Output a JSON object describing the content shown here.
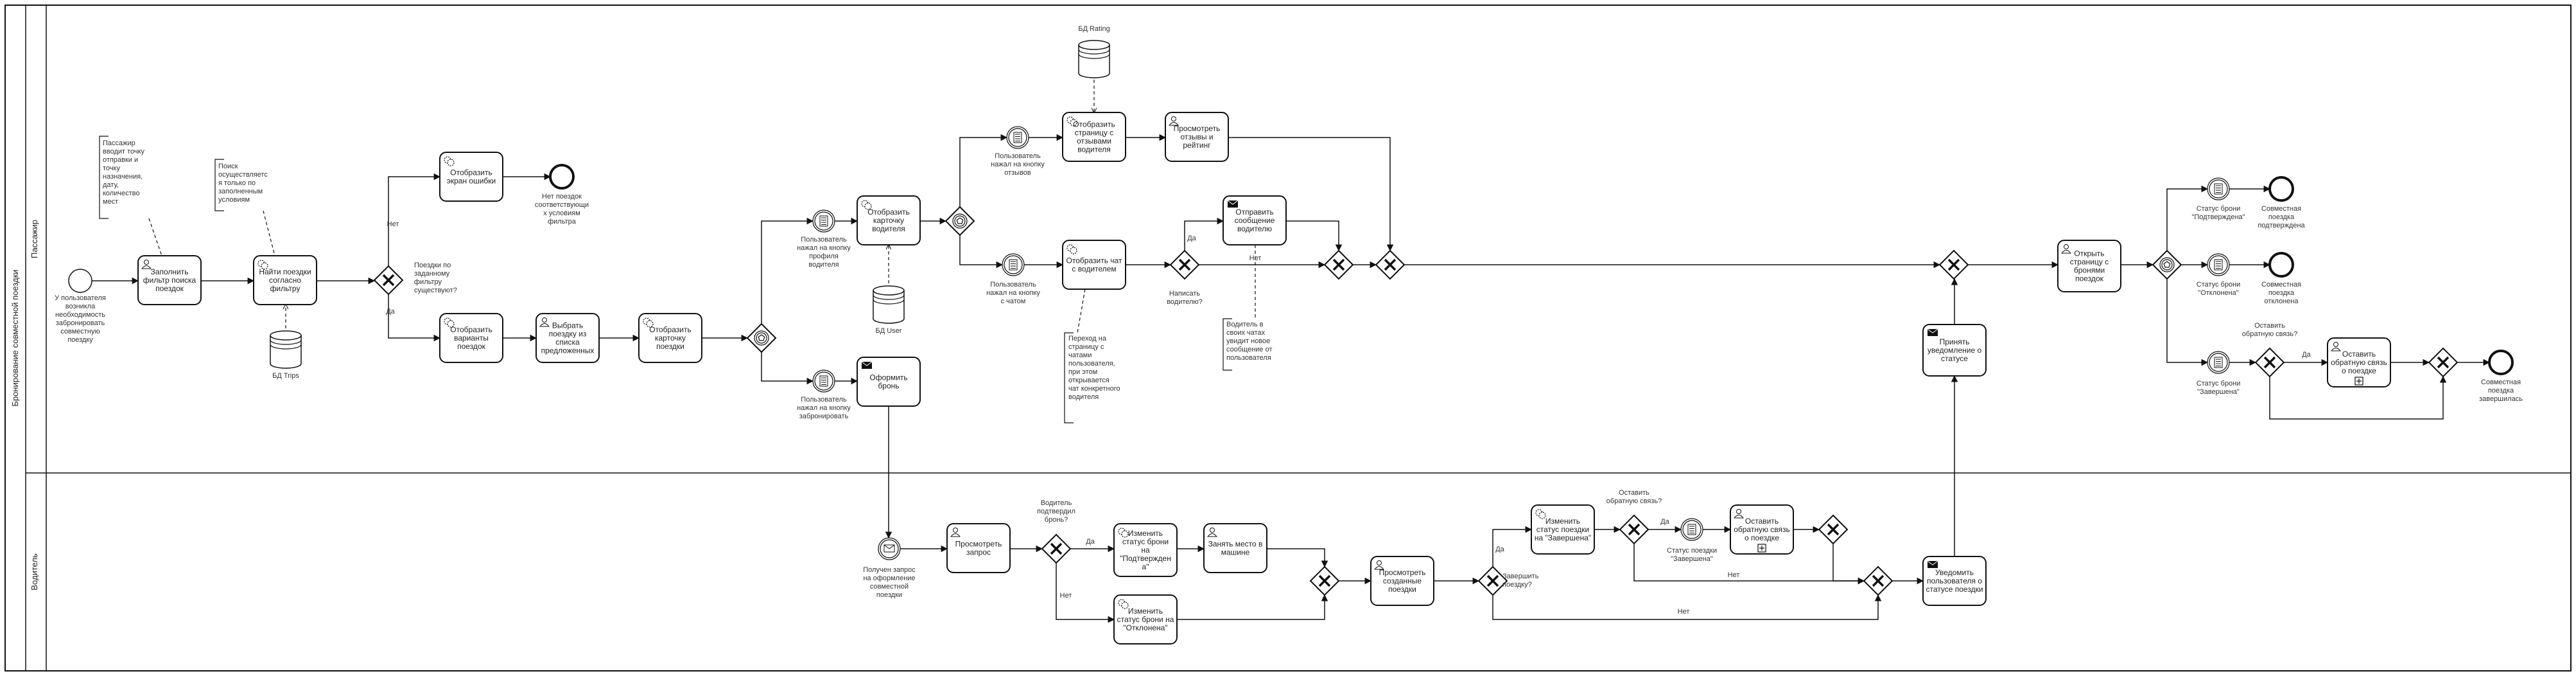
{
  "pool": {
    "title": "Бронирование совместной поездки"
  },
  "lanes": {
    "passenger": "Пассажир",
    "driver": "Водитель"
  },
  "tasks": {
    "fill_filter": [
      "Заполнить",
      "фильтр поиска",
      "поездок"
    ],
    "find_trips": [
      "Найти поездки",
      "согласно",
      "фильтру"
    ],
    "show_error": [
      "Отобразить",
      "экран ошибки"
    ],
    "show_variants": [
      "Отобразить",
      "варианты",
      "поездок"
    ],
    "choose_trip": [
      "Выбрать",
      "поездку из",
      "списка",
      "предложенных"
    ],
    "show_trip_card": [
      "Отобразить",
      "карточку",
      "поездки"
    ],
    "show_driver_card": [
      "Отобразить",
      "карточку",
      "водителя"
    ],
    "book": [
      "Оформить",
      "бронь"
    ],
    "show_reviews_page": [
      "Отобразить",
      "страницу с",
      "отзывами",
      "водителя"
    ],
    "view_reviews": [
      "Просмотреть",
      "отзывы и",
      "рейтинг"
    ],
    "show_chat": [
      "Отобразить чат",
      "с водителем"
    ],
    "send_message": [
      "Отправить",
      "сообщение",
      "водителю"
    ],
    "receive_status": [
      "Принять",
      "уведомление о",
      "статусе"
    ],
    "open_bookings": [
      "Открыть",
      "страницу с",
      "бронями",
      "поездок"
    ],
    "leave_feedback_p": [
      "Оставить",
      "обратную связь",
      "о поездке"
    ],
    "view_request": [
      "Просмотреть",
      "запрос"
    ],
    "set_confirmed": [
      "Изменить",
      "статус брони",
      "на",
      "\"Подтвержден",
      "а\""
    ],
    "take_seat": [
      "Занять место в",
      "машине"
    ],
    "set_rejected": [
      "Изменить",
      "статус брони на",
      "\"Отклонена\""
    ],
    "view_created": [
      "Просмотреть",
      "созданные",
      "поездки"
    ],
    "set_completed": [
      "Изменить",
      "статус поездки",
      "на \"Завершена\""
    ],
    "leave_feedback_d": [
      "Оставить",
      "обратную связь",
      "о поездке"
    ],
    "notify_user": [
      "Уведомить",
      "пользователя о",
      "статусе поездки"
    ]
  },
  "labels": {
    "start_p": [
      "У пользователя",
      "возникла",
      "необходимость",
      "забронировать",
      "совместную",
      "поездку"
    ],
    "note_passenger": [
      "Пассажир",
      "вводит точку",
      "отправки и",
      "точку",
      "назначения,",
      "дату,",
      "количество",
      "мест"
    ],
    "note_search": [
      "Поиск",
      "осуществляетс",
      "я только по",
      "заполненным",
      "условиям"
    ],
    "db_trips": [
      "БД Trips"
    ],
    "gw_found": [
      "Поездки по",
      "заданному",
      "фильтру",
      "существуют?"
    ],
    "no": [
      "Нет"
    ],
    "yes": [
      "Да"
    ],
    "end_notrips": [
      "Нет поездок",
      "соответствующи",
      "х условиям",
      "фильтра"
    ],
    "ev_profile": [
      "Пользователь",
      "нажал на кнопку",
      "профиля",
      "водителя"
    ],
    "ev_book": [
      "Пользователь",
      "нажал на кнопку",
      "забронировать"
    ],
    "db_user": [
      "БД User"
    ],
    "db_rating": [
      "БД Rating"
    ],
    "ev_reviews": [
      "Пользователь",
      "нажал на кнопку",
      "отзывов"
    ],
    "ev_chat": [
      "Пользователь",
      "нажал на кнопку",
      "с чатом"
    ],
    "note_chat": [
      "Переход на",
      "страницу с",
      "чатами",
      "пользователя,",
      "при этом",
      "открывается",
      "чат конкретного",
      "водителя"
    ],
    "gw_write": [
      "Написать",
      "водителю?"
    ],
    "note_driver_msg": [
      "Водитель в",
      "своих чатах",
      "увидит новое",
      "сообщение от",
      "пользователя"
    ],
    "st_confirmed": [
      "Статус брони",
      "\"Подтверждена\""
    ],
    "end_confirmed": [
      "Совместная",
      "поездка",
      "подтверждена"
    ],
    "st_rejected": [
      "Статус брони",
      "\"Отклонена\""
    ],
    "end_rejected": [
      "Совместная",
      "поездка",
      "отклонена"
    ],
    "gw_feedback_p": [
      "Оставить",
      "обратную связь?"
    ],
    "st_completed_p": [
      "Статус брони",
      "\"Завершена\""
    ],
    "end_completed": [
      "Совместная",
      "поездка",
      "завершилась"
    ],
    "ev_request": [
      "Получен запрос",
      "на оформление",
      "совместной",
      "поездки"
    ],
    "gw_confirm": [
      "Водитель",
      "подтвердил",
      "бронь?"
    ],
    "gw_finish": [
      "Завершить",
      "поездку?"
    ],
    "gw_feedback_d": [
      "Оставить",
      "обратную связь?"
    ],
    "st_completed_d": [
      "Статус поездки",
      "\"Завершена\""
    ]
  }
}
